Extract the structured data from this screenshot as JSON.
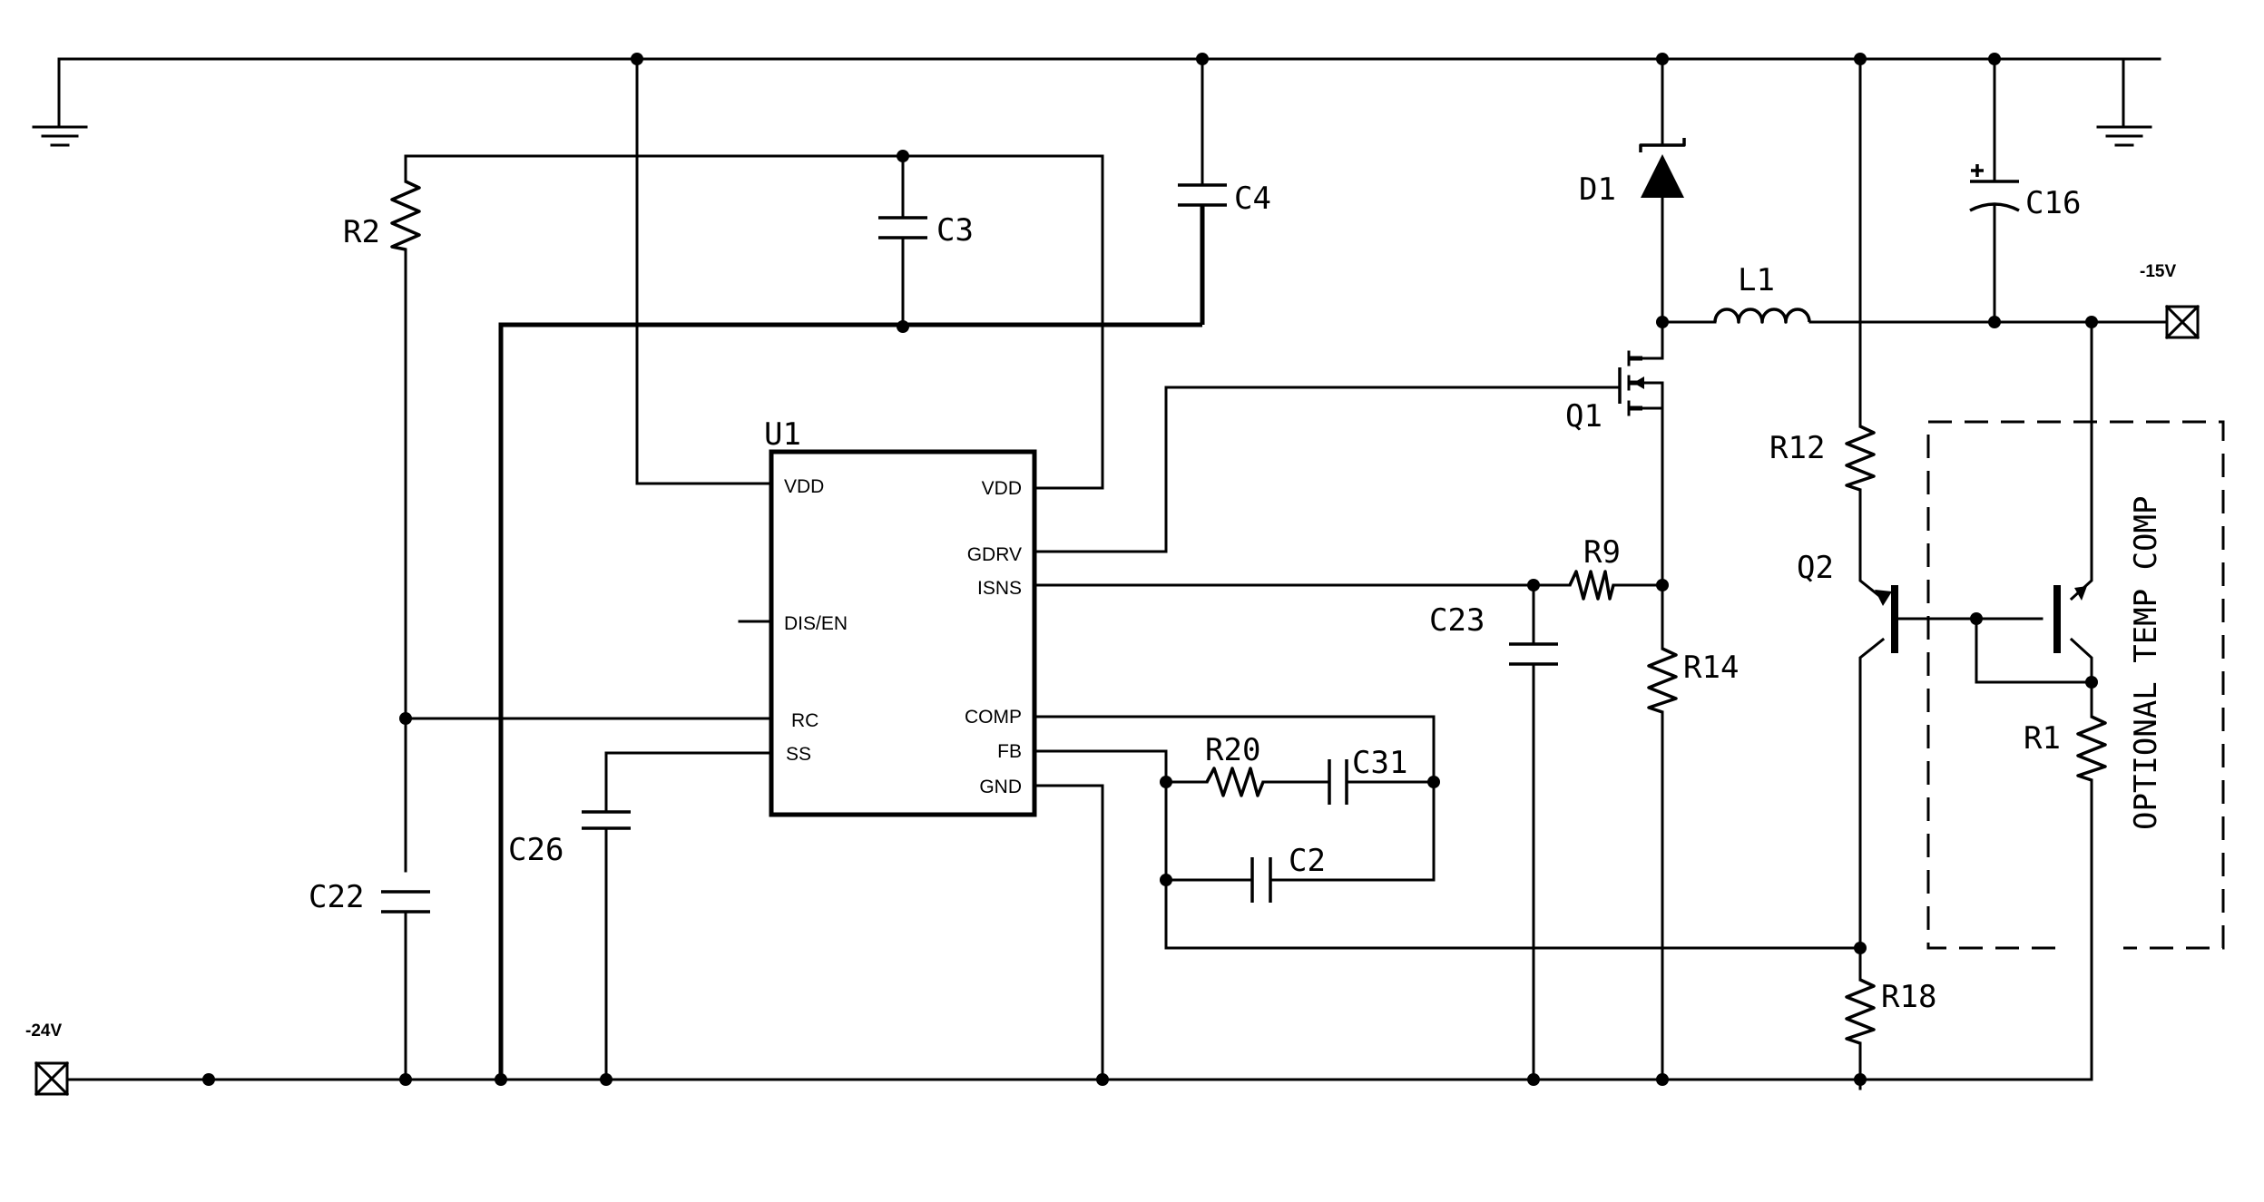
{
  "ports": {
    "in": "-24V",
    "out": "-15V"
  },
  "ic": {
    "ref": "U1",
    "pins_left": [
      "VDD",
      "DIS/EN",
      "RC",
      "SS"
    ],
    "pins_right": [
      "VDD",
      "GDRV",
      "ISNS",
      "COMP",
      "FB",
      "GND"
    ]
  },
  "refs": {
    "R2": "R2",
    "C3": "C3",
    "C4": "C4",
    "D1": "D1",
    "L1": "L1",
    "C16": "C16",
    "Q1": "Q1",
    "R12": "R12",
    "Q2": "Q2",
    "R9": "R9",
    "C23": "C23",
    "R14": "R14",
    "R20": "R20",
    "C31": "C31",
    "C2": "C2",
    "C26": "C26",
    "C22": "C22",
    "R1": "R1",
    "R18": "R18"
  },
  "temp_comp": {
    "label": "OPTIONAL TEMP COMP"
  }
}
